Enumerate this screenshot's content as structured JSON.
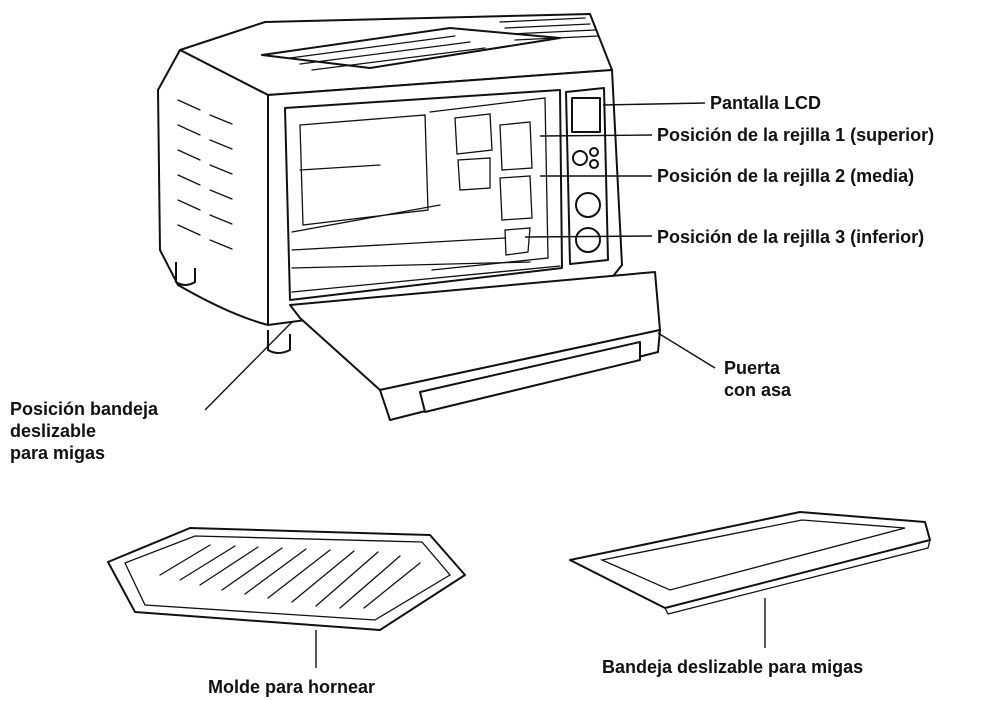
{
  "labels": {
    "lcd": "Pantalla LCD",
    "rack1": "Posición de la rejilla 1 (superior)",
    "rack2": "Posición de la rejilla 2 (media)",
    "rack3": "Posición de la rejilla 3 (inferior)",
    "door_line1": "Puerta",
    "door_line2": "con asa",
    "crumb_pos_line1": "Posición bandeja",
    "crumb_pos_line2": "deslizable",
    "crumb_pos_line3": "para migas",
    "baking_pan": "Molde para hornear",
    "crumb_tray": "Bandeja deslizable para migas"
  },
  "colors": {
    "ink": "#111111",
    "background": "#ffffff"
  }
}
